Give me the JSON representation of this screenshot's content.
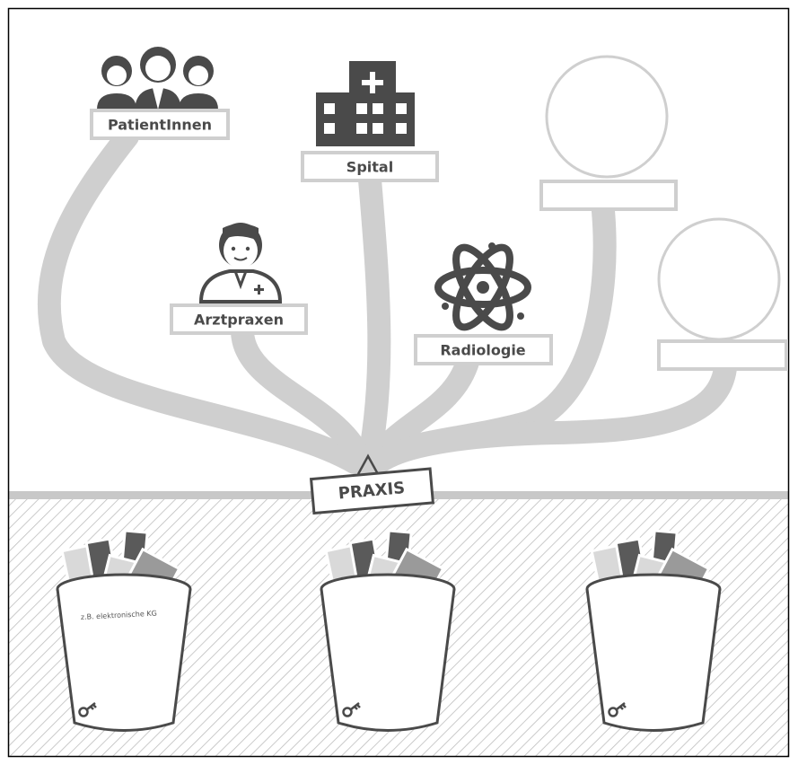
{
  "labels": {
    "patients": "PatientInnen",
    "hospital": "Spital",
    "doctors": "Arztpraxen",
    "radiology": "Radiologie",
    "empty_1": "",
    "empty_2": "",
    "root": "PRAXIS"
  },
  "bins": [
    {
      "note": "z.B. elektronische KG"
    },
    {
      "note": ""
    },
    {
      "note": ""
    }
  ],
  "colors": {
    "branch": "#cfcfcf",
    "frame": "#000000",
    "ground_line": "#c8c8c8",
    "hatch": "#bdbdbd",
    "icon_dark": "#4a4a4a",
    "paper_light": "#d9d9d9",
    "paper_mid": "#9a9a9a",
    "paper_dark": "#5a5a5a"
  },
  "icons": [
    "people-icon",
    "hospital-icon",
    "doctor-icon",
    "atom-icon",
    "key-icon"
  ]
}
